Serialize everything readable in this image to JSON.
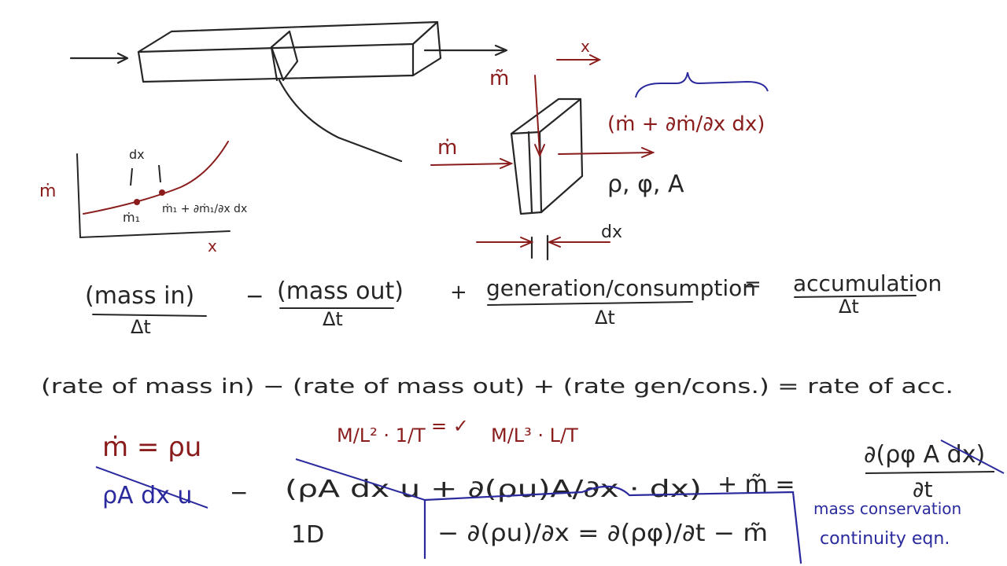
{
  "colors": {
    "black_ink": "#262626",
    "red_ink": "#8a1c1c",
    "blue_ink": "#2a2a9e"
  },
  "sketch": {
    "x_arrow_label": "x",
    "mtilde": "m̃",
    "mdot": "ṁ",
    "out_term": "(ṁ + ∂ṁ/∂x dx)",
    "props": "ρ, φ, A",
    "dx": "dx"
  },
  "graph": {
    "ylabel": "ṁ",
    "xlabel": "x",
    "dx": "dx",
    "m1": "ṁ₁",
    "m1_plus": "ṁ₁ + ∂ṁ₁/∂x dx"
  },
  "balance": {
    "mass_in": "(mass in)",
    "minus": "−",
    "mass_out": "(mass out)",
    "plus": "+",
    "gen": "generation/consumption",
    "equals": "=",
    "accum": "accumulation",
    "dt1": "Δt",
    "dt2": "Δt",
    "dt3": "Δt",
    "dt4": "Δt"
  },
  "rates": {
    "text": "(rate of mass in) − (rate of mass out) + (rate gen/cons.) = rate of acc."
  },
  "equations": {
    "mdot_def": "ṁ = ρu",
    "units1": "M/L² · 1/T",
    "check": "= ✓",
    "units2": "M/L³ · L/T",
    "expansion_lhs": "ρA dx u",
    "expansion_minus": "−",
    "expansion_paren": "(ρA dx u + ∂(ρu)A/∂x · dx)",
    "expansion_rest": "+ m̃ =",
    "rhs_num": "∂(ρφ A dx)",
    "rhs_den": "∂t",
    "one_d": "1D",
    "boxed": "− ∂(ρu)/∂x = ∂(ρφ)/∂t − m̃",
    "note1": "mass conservation",
    "note2": "continuity eqn."
  }
}
